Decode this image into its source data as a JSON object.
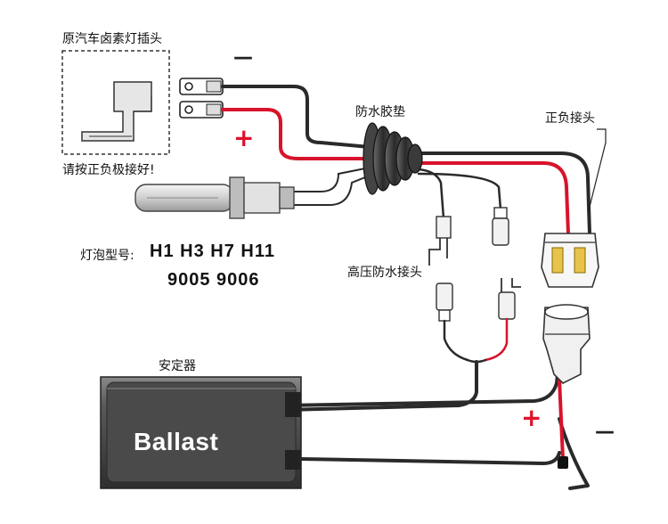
{
  "labels": {
    "halogen_socket": "原汽车卤素灯插头",
    "polarity_note": "请按正负极接好!",
    "grommet": "防水胶垫",
    "connector": "正负接头",
    "bulb_types_label": "灯泡型号:",
    "bulb_row1": "H1  H3  H7  H11",
    "bulb_row2": "9005  9006",
    "hv_connector": "高压防水接头",
    "ballast_title": "安定器",
    "ballast_brand": "Ballast"
  },
  "signs": {
    "minus_top": "—",
    "plus_top": "+",
    "plus_bottom": "+",
    "minus_bottom": "—"
  },
  "colors": {
    "positive_wire": "#d8132c",
    "negative_wire": "#2a2a2a",
    "ballast_body": "#4a4a4a"
  }
}
